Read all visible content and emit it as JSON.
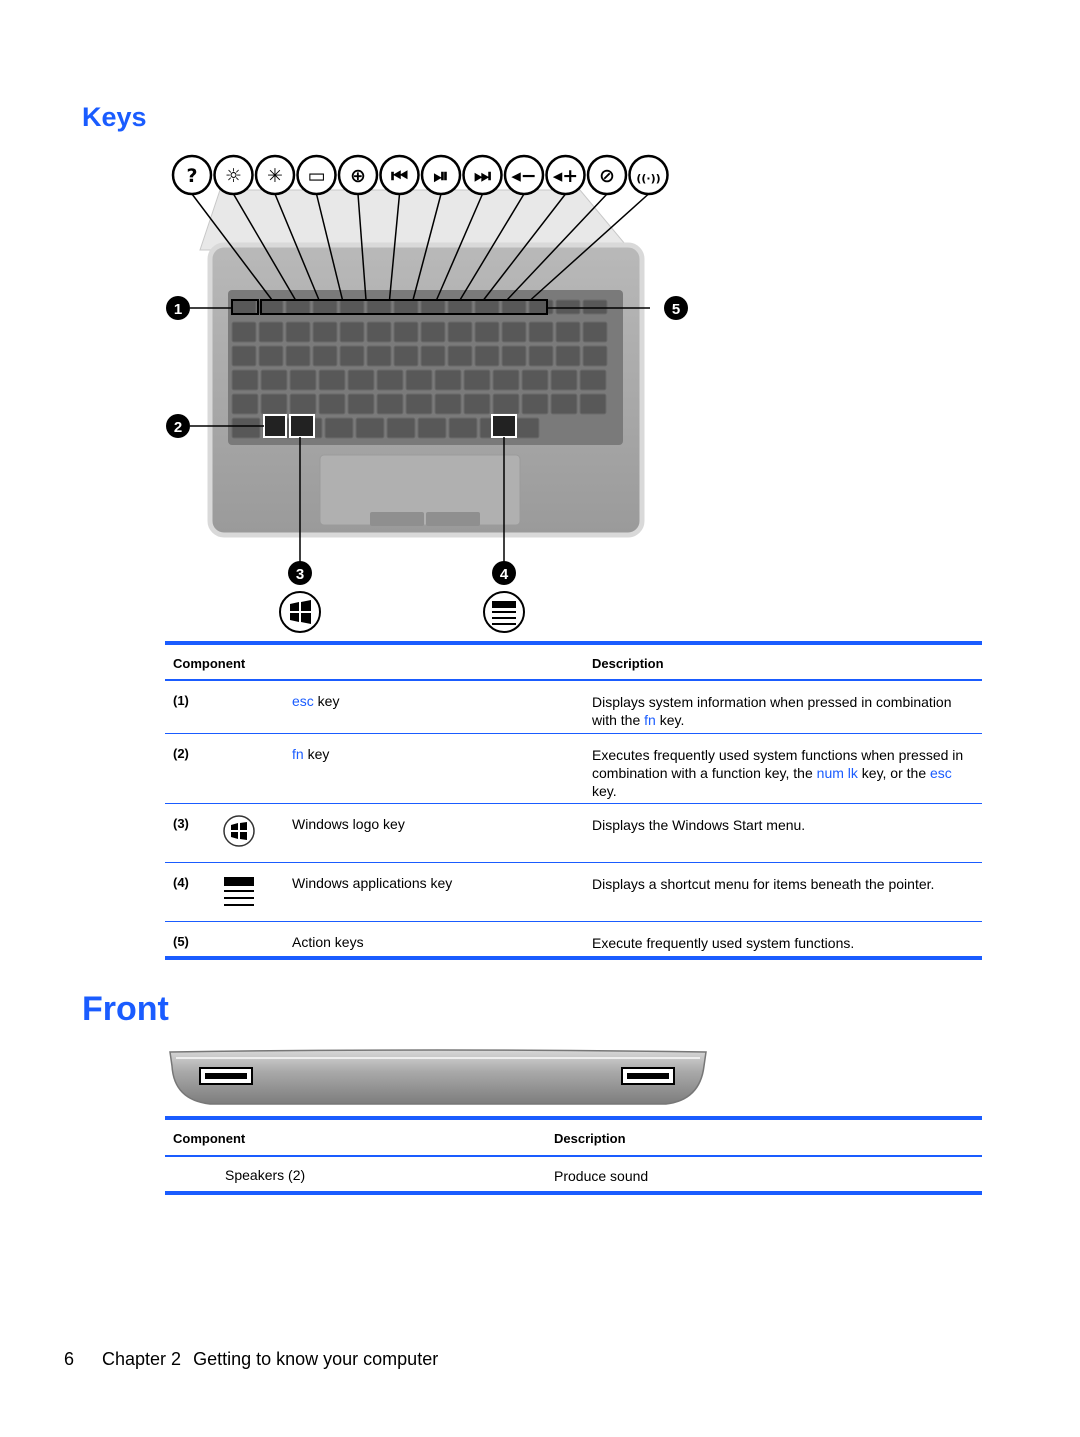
{
  "headings": {
    "keys": "Keys",
    "front": "Front"
  },
  "keys_figure": {
    "callouts": [
      "1",
      "2",
      "3",
      "4",
      "5"
    ],
    "action_icons": [
      "help-icon",
      "brightness-down-icon",
      "brightness-up-icon",
      "display-switch-icon",
      "web-icon",
      "previous-track-icon",
      "play-pause-icon",
      "next-track-icon",
      "volume-down-icon",
      "volume-up-icon",
      "mute-icon",
      "wireless-icon"
    ],
    "icons_below": [
      "windows-logo-icon",
      "applications-menu-icon"
    ]
  },
  "keys_table": {
    "header": {
      "component": "Component",
      "description": "Description"
    },
    "rows": [
      {
        "num": "(1)",
        "name": "esc",
        "name_suffix": " key",
        "desc_a": "Displays system information when pressed in combination with the ",
        "desc_b": "fn",
        "desc_c": " key."
      },
      {
        "num": "(2)",
        "name": "fn",
        "name_suffix": " key",
        "desc_a": "Executes frequently used system functions when pressed in combination with a function key, the ",
        "desc_b": "num lk",
        "desc_c": " key, or the ",
        "desc_d": "esc",
        "desc_e": " key."
      },
      {
        "num": "(3)",
        "name": "Windows logo key",
        "desc": "Displays the Windows Start menu."
      },
      {
        "num": "(4)",
        "name": "Windows applications key",
        "desc": "Displays a shortcut menu for items beneath the pointer."
      },
      {
        "num": "(5)",
        "name": "Action keys",
        "desc": "Execute frequently used system functions."
      }
    ]
  },
  "front_table": {
    "header": {
      "component": "Component",
      "description": "Description"
    },
    "rows": [
      {
        "name": "Speakers (2)",
        "desc": "Produce sound"
      }
    ]
  },
  "footer": {
    "page": "6",
    "chapter": "Chapter 2",
    "title": "Getting to know your computer"
  }
}
